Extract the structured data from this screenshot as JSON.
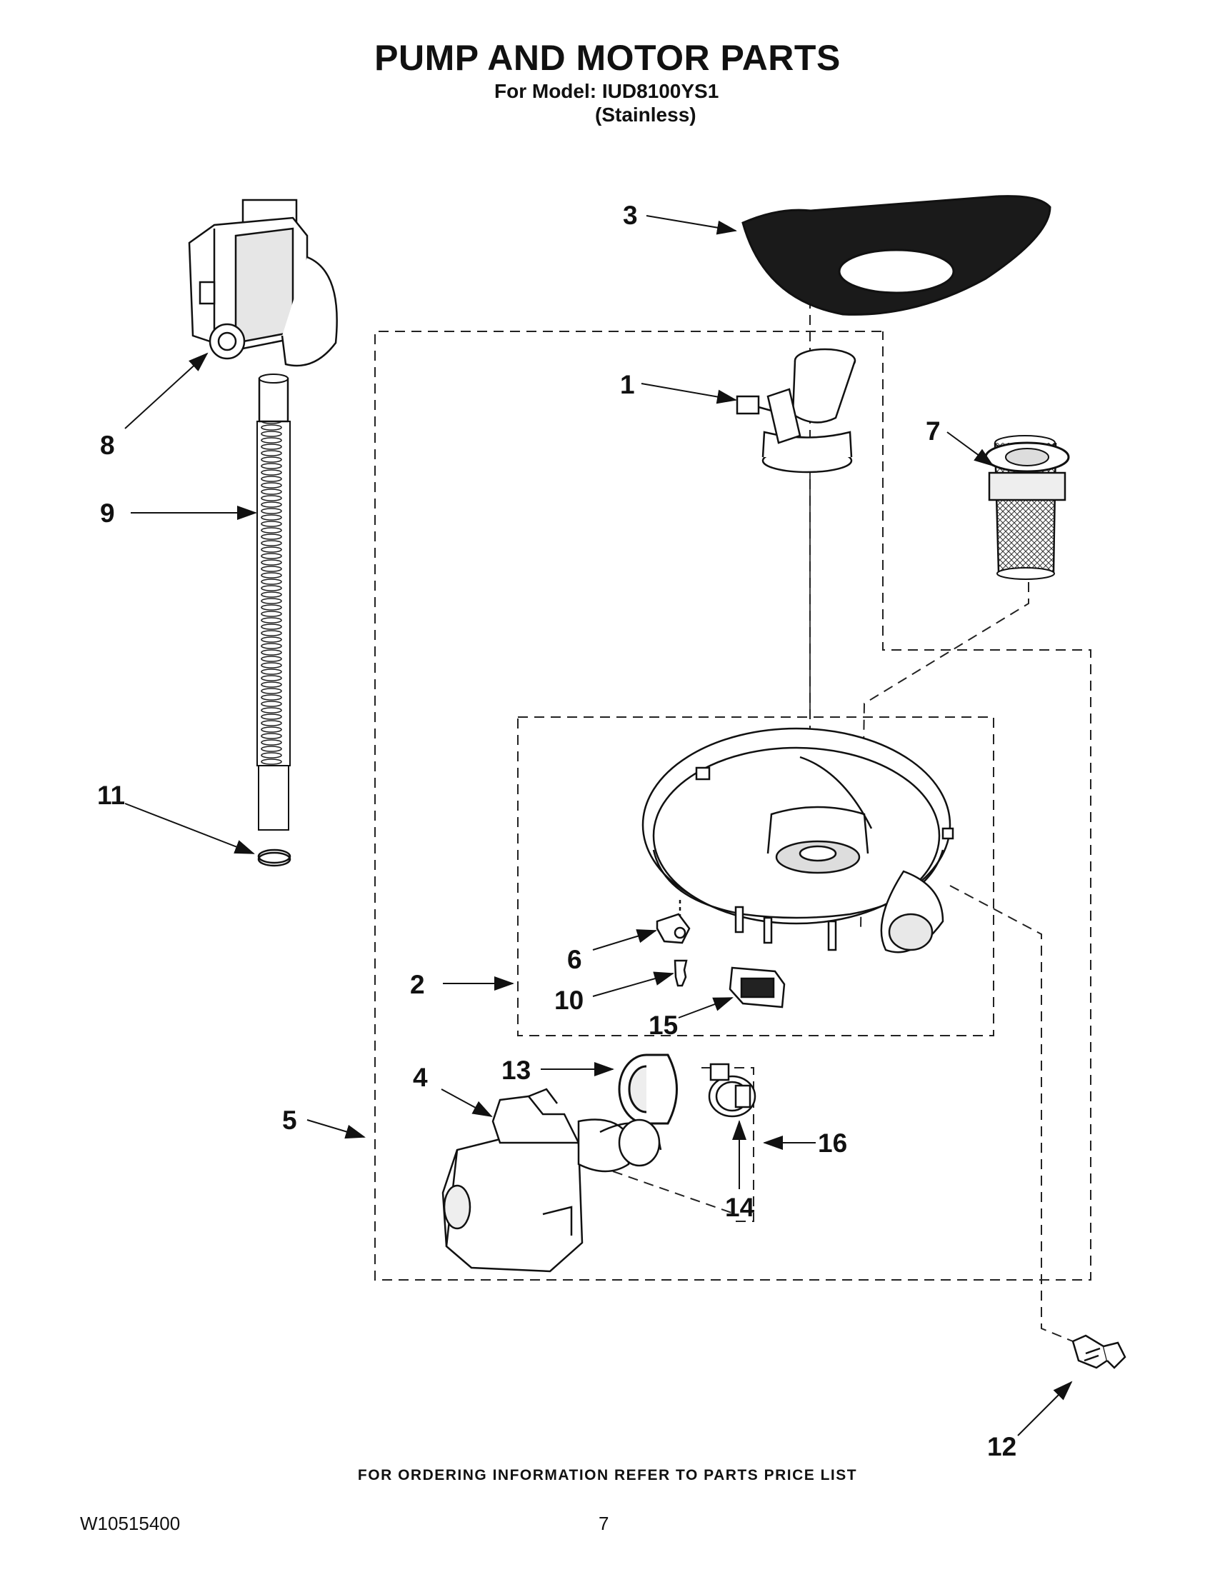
{
  "header": {
    "title": "PUMP AND MOTOR PARTS",
    "model_line": "For Model: IUD8100YS1",
    "finish_line": "(Stainless)"
  },
  "callouts": [
    "1",
    "2",
    "3",
    "4",
    "5",
    "6",
    "7",
    "8",
    "9",
    "10",
    "11",
    "12",
    "13",
    "14",
    "15",
    "16"
  ],
  "footer": {
    "ordering_note": "FOR ORDERING INFORMATION REFER TO PARTS PRICE LIST",
    "document_number": "W10515400",
    "page_number": "7"
  }
}
